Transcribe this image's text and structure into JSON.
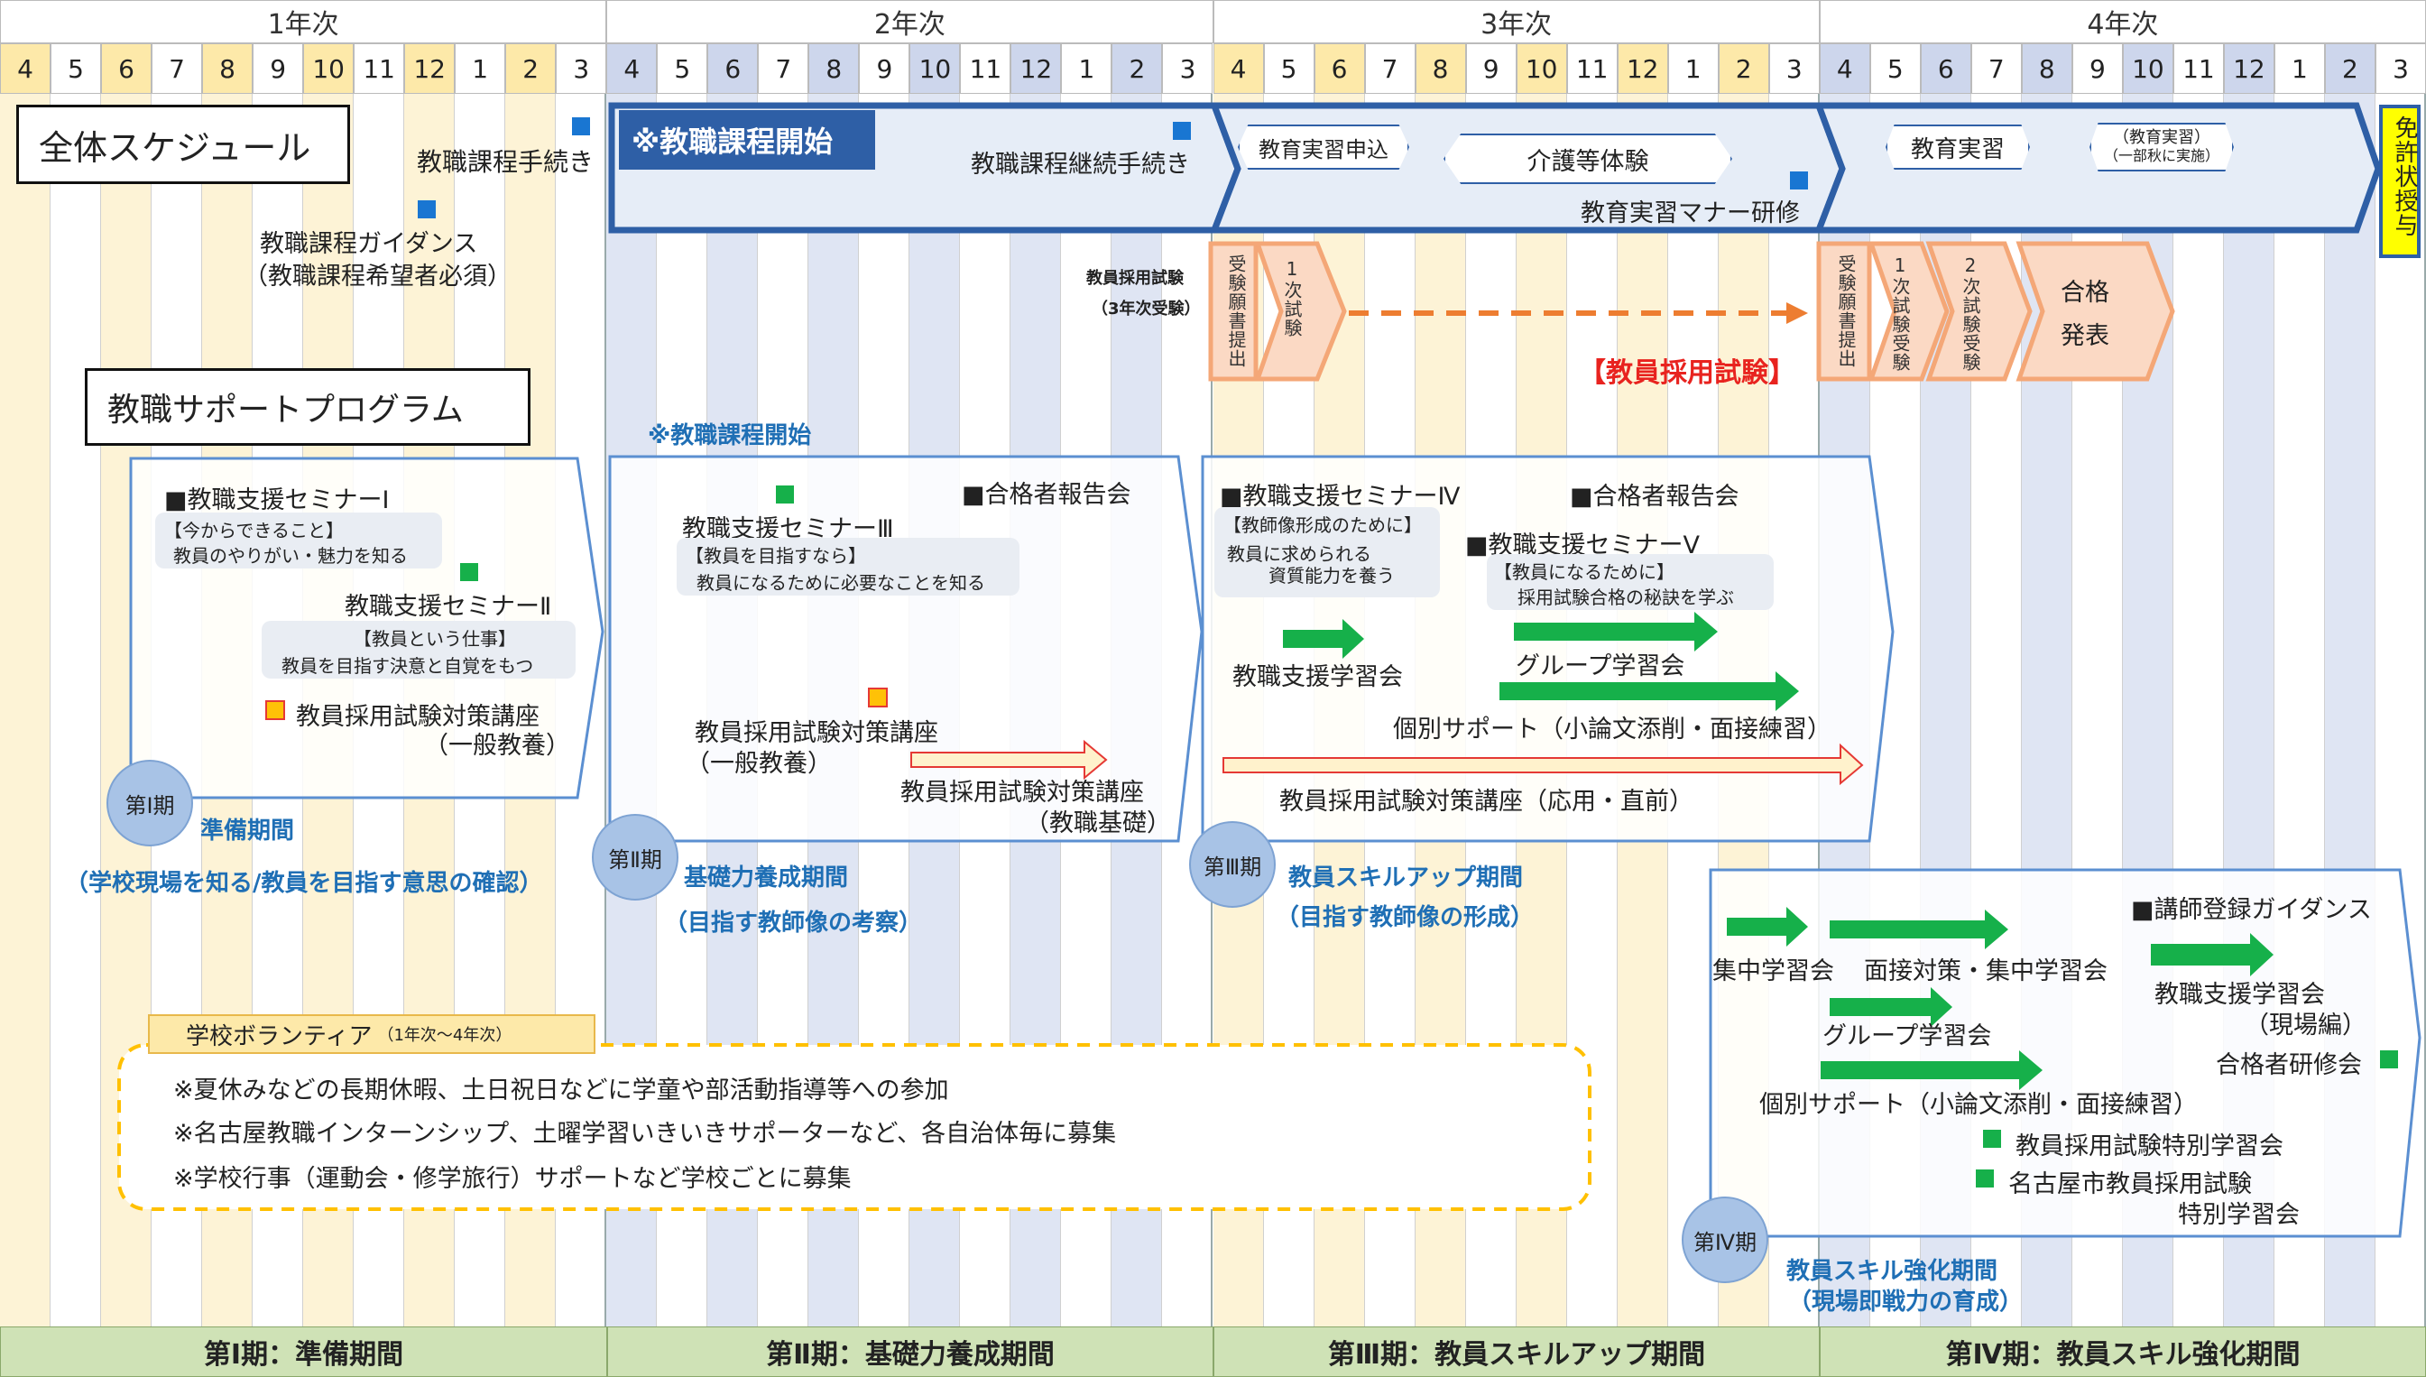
{
  "years": [
    "1年次",
    "2年次",
    "3年次",
    "4年次"
  ],
  "months": [
    "4",
    "5",
    "6",
    "7",
    "8",
    "9",
    "10",
    "11",
    "12",
    "1",
    "2",
    "3"
  ],
  "header": {
    "overall_schedule": "全体スケジュール",
    "support_program": "教職サポートプログラム"
  },
  "year1": {
    "procedure": "教職課程手続き",
    "guidance": "教職課程ガイダンス",
    "guidance_note": "（教職課程希望者必須）",
    "seminar1": "■教職支援セミナーⅠ",
    "seminar1_sub1": "【今からできること】",
    "seminar1_sub2": "教員のやりがい・魅力を知る",
    "seminar2": "教職支援セミナーⅡ",
    "seminar2_sub1": "【教員という仕事】",
    "seminar2_sub2": "教員を目指す決意と自覚をもつ",
    "exam_course": "教員採用試験対策講座",
    "exam_course_sub": "（一般教養）"
  },
  "year2": {
    "course_start": "※教職課程開始",
    "course_start_small": "※教職課程開始",
    "continue_procedure": "教職課程継続手続き",
    "pass_report": "■合格者報告会",
    "seminar3": "教職支援セミナーⅢ",
    "seminar3_sub1": "【教員を目指すなら】",
    "seminar3_sub2": "教員になるために必要なことを知る",
    "exam_course_general": "教員採用試験対策講座",
    "exam_course_general_sub": "（一般教養）",
    "exam_course_basic": "教員採用試験対策講座",
    "exam_course_basic_sub": "（教職基礎）"
  },
  "year3": {
    "practice_apply": "教育実習申込",
    "care_experience": "介護等体験",
    "manner_training": "教育実習マナー研修",
    "exam_label": "教員採用試験",
    "exam_label_sub": "（3年次受験）",
    "stage_apply": "受験願書提出",
    "stage_first": "1次試験",
    "exam_red": "【教員採用試験】",
    "seminar4": "■教職支援セミナーⅣ",
    "seminar4_sub1": "【教師像形成のために】",
    "seminar4_sub2": "教員に求められる",
    "seminar4_sub3": "資質能力を養う",
    "pass_report": "■合格者報告会",
    "seminar5": "■教職支援セミナーⅤ",
    "seminar5_sub1": "【教員になるために】",
    "seminar5_sub2": "採用試験合格の秘訣を学ぶ",
    "study_group": "教職支援学習会",
    "group_study": "グループ学習会",
    "individual_support": "個別サポート（小論文添削・面接練習）",
    "exam_course_applied": "教員採用試験対策講座（応用・直前）"
  },
  "year4": {
    "practice": "教育実習",
    "practice_note1": "（教育実習）",
    "practice_note2": "（一部秋に実施）",
    "stage_apply": "受験願書提出",
    "stage_first": "1次試験受験",
    "stage_second": "2次試験受験",
    "pass_announce1": "合格",
    "pass_announce2": "発表",
    "license": "免許状授与",
    "lecturer_guidance": "■講師登録ガイダンス",
    "intensive": "集中学習会",
    "interview": "面接対策・集中学習会",
    "study_field": "教職支援学習会",
    "study_field_sub": "（現場編）",
    "group_study": "グループ学習会",
    "pass_training": "合格者研修会",
    "individual_support": "個別サポート（小論文添削・面接練習）",
    "special_study": "教員採用試験特別学習会",
    "nagoya_special": "名古屋市教員採用試験",
    "nagoya_special_sub": "特別学習会"
  },
  "volunteer": {
    "title": "学校ボランティア",
    "title_sub": "（1年次～4年次）",
    "line1": "※夏休みなどの長期休暇、土日祝日などに学童や部活動指導等への参加",
    "line2": "※名古屋教職インターンシップ、土曜学習いきいきサポーターなど、各自治体毎に募集",
    "line3": "※学校行事（運動会・修学旅行）サポートなど学校ごとに募集"
  },
  "periods": {
    "p1_badge": "第Ⅰ期",
    "p1_title": "準備期間",
    "p1_sub": "（学校現場を知る/教員を目指す意思の確認）",
    "p2_badge": "第Ⅱ期",
    "p2_title": "基礎力養成期間",
    "p2_sub": "（目指す教師像の考察）",
    "p3_badge": "第Ⅲ期",
    "p3_title": "教員スキルアップ期間",
    "p3_sub": "（目指す教師像の形成）",
    "p4_badge": "第Ⅳ期",
    "p4_title": "教員スキル強化期間",
    "p4_sub": "（現場即戦力の育成）"
  },
  "footer": [
    "第Ⅰ期：準備期間",
    "第Ⅱ期：基礎力養成期間",
    "第Ⅲ期：教員スキルアップ期間",
    "第Ⅳ期：教員スキル強化期間"
  ],
  "colors": {
    "col_yellow": "#fdf3d6",
    "col_blue": "#dfe5f3",
    "col_white": "#ffffff",
    "yellow_header": "#fde9a9",
    "blue_header": "#cdd6ec",
    "arrow_green": "#16b04a",
    "frame_blue": "#2e5fa6",
    "exam_orange": "#f4a777"
  }
}
